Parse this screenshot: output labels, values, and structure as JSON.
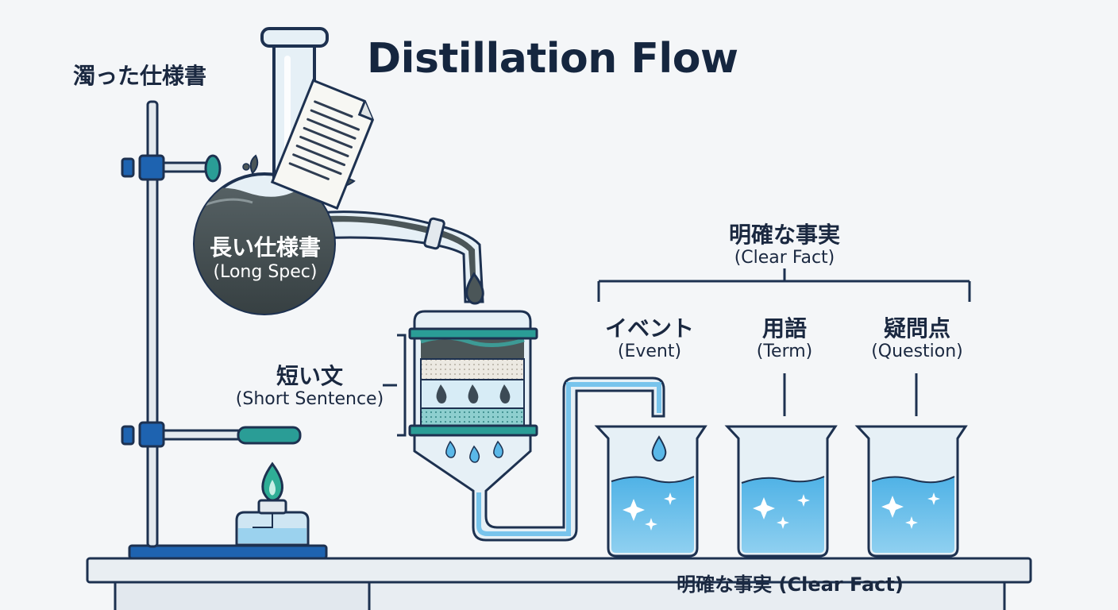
{
  "title": "Distillation Flow",
  "labels": {
    "muddy_spec": "濁った仕様書",
    "long_spec_jp": "長い仕様書",
    "long_spec_en": "(Long Spec)",
    "short_sentence_jp": "短い文",
    "short_sentence_en": "(Short Sentence)",
    "clear_fact_jp": "明確な事実",
    "clear_fact_en": "(Clear Fact)",
    "bench_label": "明確な事実 (Clear Fact)"
  },
  "outputs": [
    {
      "jp": "イベント",
      "en": "(Event)"
    },
    {
      "jp": "用語",
      "en": "(Term)"
    },
    {
      "jp": "疑問点",
      "en": "(Question)"
    }
  ],
  "colors": {
    "outline": "#1d3150",
    "accent_blue": "#1e63b0",
    "teal": "#2a9d96",
    "dark_liquid": "#3f4a4c",
    "clear_liquid": "#5ab8e8",
    "glass": "#e6f0f6"
  },
  "icons": [
    "flask-icon",
    "document-icon",
    "filter-column-icon",
    "beaker-icon",
    "burner-icon",
    "stand-icon",
    "sparkle-icon",
    "drop-icon"
  ]
}
